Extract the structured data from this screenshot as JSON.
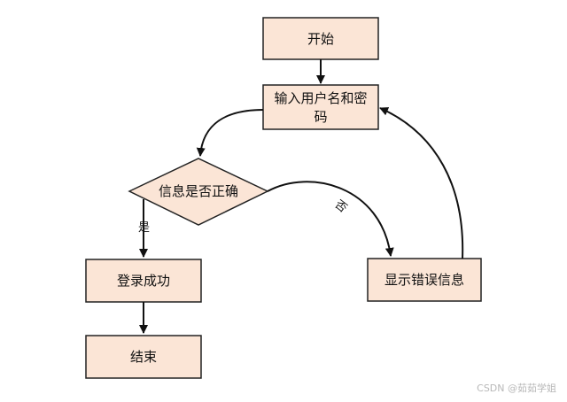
{
  "diagram": {
    "colors": {
      "fill": "#fbe5d6",
      "stroke": "#222222",
      "arrow": "#111111"
    },
    "nodes": {
      "start": {
        "label": "开始"
      },
      "input": {
        "line1": "输入用户名和密",
        "line2": "码"
      },
      "check": {
        "label": "信息是否正确"
      },
      "success": {
        "label": "登录成功"
      },
      "end": {
        "label": "结束"
      },
      "error": {
        "label": "显示错误信息"
      }
    },
    "edges": {
      "yes_label": "是",
      "no_label": "否"
    }
  },
  "watermark": "CSDN @茹茹学姐"
}
